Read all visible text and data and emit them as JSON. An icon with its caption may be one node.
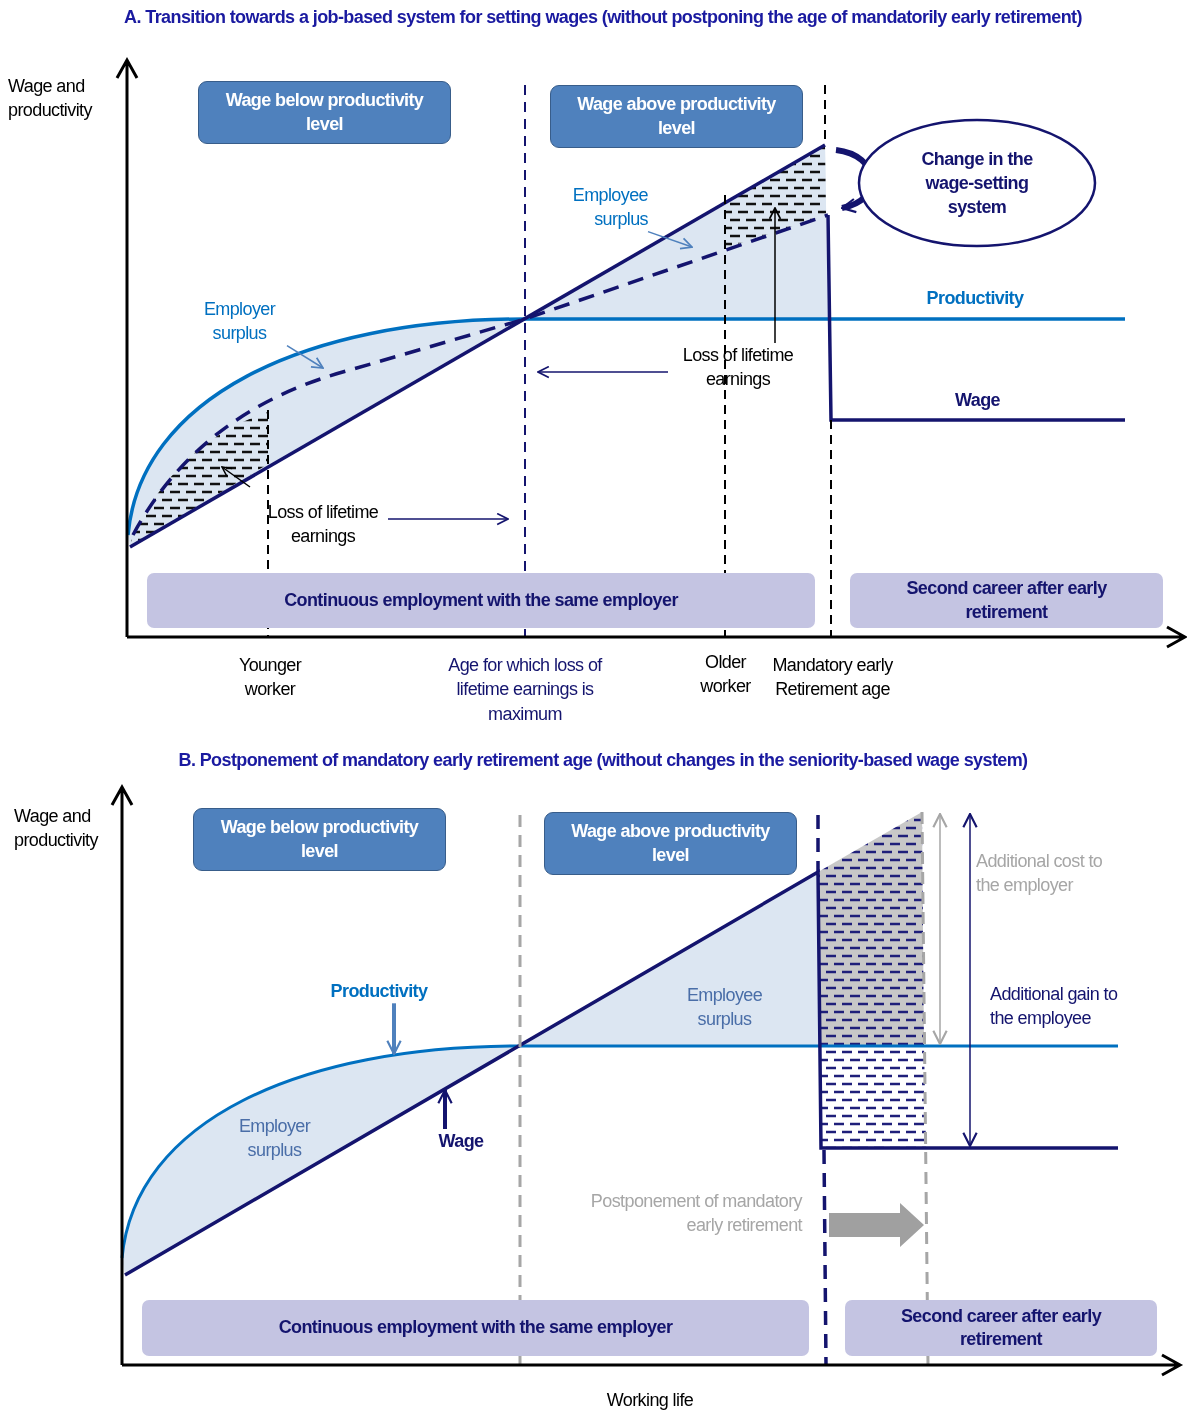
{
  "diagram": {
    "nodes": [
      {
        "text": [
          "Wage below productivity level"
        ]
      },
      {
        "text": [
          "Wage above productivity level"
        ]
      },
      {
        "text": [
          "Change in the wage-setting system"
        ]
      },
      {
        "text": [
          "Employee surplus"
        ]
      },
      {
        "text": [
          "Employer surplus"
        ]
      },
      {
        "text": [
          "Loss of lifetime earnings"
        ]
      },
      {
        "text": [
          "Loss of lifetime earnings"
        ]
      },
      {
        "text": [
          "Continuous employment with the same employer"
        ]
      },
      {
        "text": [
          "Second career after early retirement"
        ]
      },
      {
        "text": [
          "Wage below productivity level"
        ]
      },
      {
        "text": [
          "Wage above productivity level"
        ]
      },
      {
        "text": [
          "Productivity"
        ]
      },
      {
        "text": [
          "Wage"
        ]
      },
      {
        "text": [
          "Continuous employment with the same employer"
        ]
      },
      {
        "text": [
          "Second career after early retirement"
        ]
      }
    ],
    "edges": [
      {
        "from": 3,
        "to": null,
        "arrow": "to",
        "color": "#4f81bd"
      },
      {
        "from": 4,
        "to": null,
        "arrow": "to",
        "color": "#4f81bd"
      },
      {
        "from": 5,
        "to": null,
        "arrow": "to",
        "color": "#14146e"
      },
      {
        "from": 5,
        "to": null,
        "arrow": "to",
        "color": "#000000"
      },
      {
        "from": 6,
        "to": null,
        "arrow": "to",
        "color": "#14146e"
      },
      {
        "from": 11,
        "to": null,
        "arrow": "to",
        "color": "#4f81bd",
        "style": "thick"
      },
      {
        "from": 12,
        "to": null,
        "arrow": "to",
        "color": "#14146e",
        "style": "thick"
      }
    ],
    "labels": [
      "A. Transition towards a job-based system for setting wages (without postponing the age of mandatorily early retirement)",
      "Wage and productivity",
      "Productivity",
      "Wage",
      "Younger worker",
      "Age for which loss of lifetime earnings is maximum",
      "Older worker",
      "Mandatory early Retirement age",
      "B. Postponement of mandatory early retirement age (without changes in the seniority-based wage system)",
      "Wage and productivity",
      "Employee surplus",
      "Employer surplus",
      "Additional cost to the employer",
      "Additional gain to the employee",
      "Postponement of mandatory early retirement",
      "Working life"
    ]
  }
}
